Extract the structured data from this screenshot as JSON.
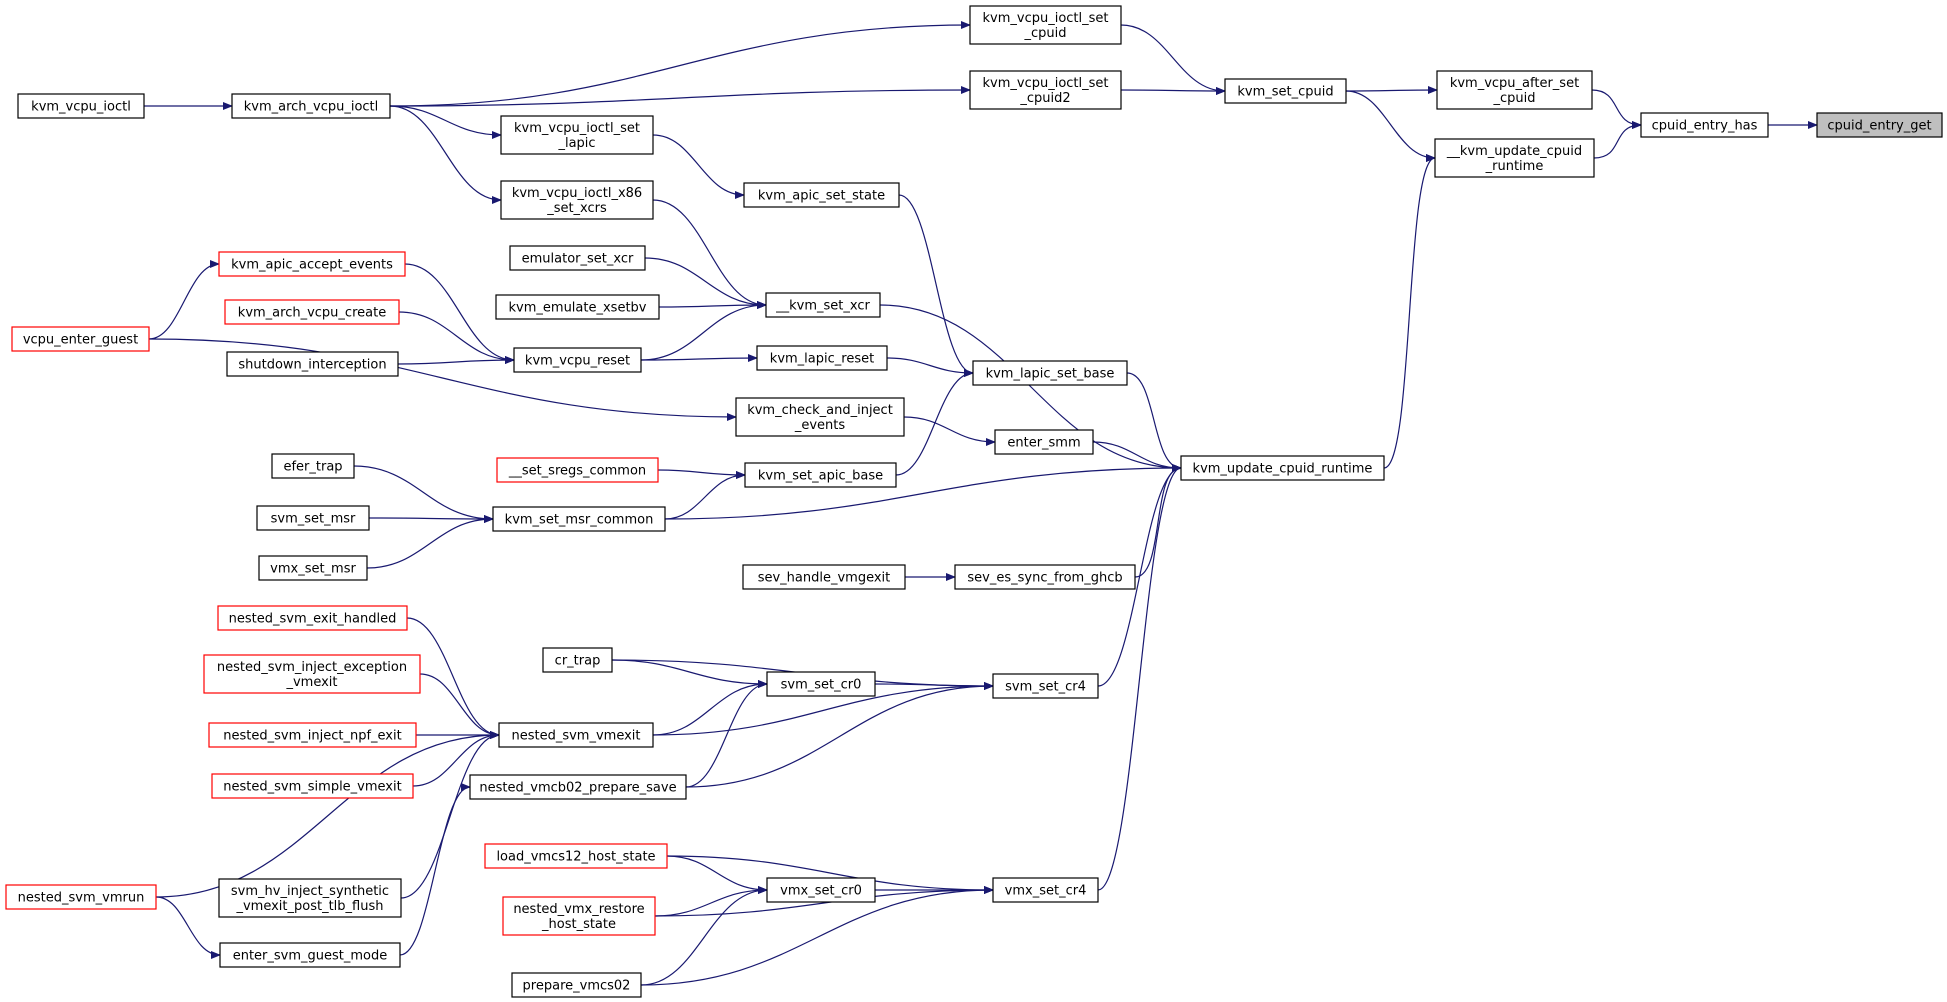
{
  "colors": {
    "edge": "#191970",
    "truncated_border": "#ff0000",
    "focus_fill": "#bfbfbf",
    "node_border": "#000000"
  },
  "nodes": [
    {
      "id": "cpuid_entry_get",
      "lines": [
        "cpuid_entry_get"
      ],
      "style": "focus"
    },
    {
      "id": "cpuid_entry_has",
      "lines": [
        "cpuid_entry_has"
      ],
      "style": "normal"
    },
    {
      "id": "kvm_vcpu_after_set_cpuid",
      "lines": [
        "kvm_vcpu_after_set",
        "_cpuid"
      ],
      "style": "normal"
    },
    {
      "id": "__kvm_update_cpuid_runtime",
      "lines": [
        "__kvm_update_cpuid",
        "_runtime"
      ],
      "style": "normal"
    },
    {
      "id": "kvm_set_cpuid",
      "lines": [
        "kvm_set_cpuid"
      ],
      "style": "normal"
    },
    {
      "id": "kvm_vcpu_ioctl_set_cpuid",
      "lines": [
        "kvm_vcpu_ioctl_set",
        "_cpuid"
      ],
      "style": "normal"
    },
    {
      "id": "kvm_vcpu_ioctl_set_cpuid2",
      "lines": [
        "kvm_vcpu_ioctl_set",
        "_cpuid2"
      ],
      "style": "normal"
    },
    {
      "id": "kvm_arch_vcpu_ioctl",
      "lines": [
        "kvm_arch_vcpu_ioctl"
      ],
      "style": "normal"
    },
    {
      "id": "kvm_vcpu_ioctl",
      "lines": [
        "kvm_vcpu_ioctl"
      ],
      "style": "normal"
    },
    {
      "id": "kvm_vcpu_ioctl_set_lapic",
      "lines": [
        "kvm_vcpu_ioctl_set",
        "_lapic"
      ],
      "style": "normal"
    },
    {
      "id": "kvm_vcpu_ioctl_x86_set_xcrs",
      "lines": [
        "kvm_vcpu_ioctl_x86",
        "_set_xcrs"
      ],
      "style": "normal"
    },
    {
      "id": "kvm_apic_set_state",
      "lines": [
        "kvm_apic_set_state"
      ],
      "style": "normal"
    },
    {
      "id": "kvm_apic_accept_events",
      "lines": [
        "kvm_apic_accept_events"
      ],
      "style": "truncated"
    },
    {
      "id": "emulator_set_xcr",
      "lines": [
        "emulator_set_xcr"
      ],
      "style": "normal"
    },
    {
      "id": "__kvm_set_xcr",
      "lines": [
        "__kvm_set_xcr"
      ],
      "style": "normal"
    },
    {
      "id": "kvm_arch_vcpu_create",
      "lines": [
        "kvm_arch_vcpu_create"
      ],
      "style": "truncated"
    },
    {
      "id": "kvm_emulate_xsetbv",
      "lines": [
        "kvm_emulate_xsetbv"
      ],
      "style": "normal"
    },
    {
      "id": "vcpu_enter_guest",
      "lines": [
        "vcpu_enter_guest"
      ],
      "style": "truncated"
    },
    {
      "id": "shutdown_interception",
      "lines": [
        "shutdown_interception"
      ],
      "style": "normal"
    },
    {
      "id": "kvm_vcpu_reset",
      "lines": [
        "kvm_vcpu_reset"
      ],
      "style": "normal"
    },
    {
      "id": "kvm_lapic_reset",
      "lines": [
        "kvm_lapic_reset"
      ],
      "style": "normal"
    },
    {
      "id": "kvm_lapic_set_base",
      "lines": [
        "kvm_lapic_set_base"
      ],
      "style": "normal"
    },
    {
      "id": "kvm_check_and_inject_events",
      "lines": [
        "kvm_check_and_inject",
        "_events"
      ],
      "style": "normal"
    },
    {
      "id": "enter_smm",
      "lines": [
        "enter_smm"
      ],
      "style": "normal"
    },
    {
      "id": "kvm_update_cpuid_runtime",
      "lines": [
        "kvm_update_cpuid_runtime"
      ],
      "style": "normal"
    },
    {
      "id": "efer_trap",
      "lines": [
        "efer_trap"
      ],
      "style": "normal"
    },
    {
      "id": "__set_sregs_common",
      "lines": [
        "__set_sregs_common"
      ],
      "style": "truncated"
    },
    {
      "id": "kvm_set_apic_base",
      "lines": [
        "kvm_set_apic_base"
      ],
      "style": "normal"
    },
    {
      "id": "svm_set_msr",
      "lines": [
        "svm_set_msr"
      ],
      "style": "normal"
    },
    {
      "id": "kvm_set_msr_common",
      "lines": [
        "kvm_set_msr_common"
      ],
      "style": "normal"
    },
    {
      "id": "vmx_set_msr",
      "lines": [
        "vmx_set_msr"
      ],
      "style": "normal"
    },
    {
      "id": "sev_handle_vmgexit",
      "lines": [
        "sev_handle_vmgexit"
      ],
      "style": "normal"
    },
    {
      "id": "sev_es_sync_from_ghcb",
      "lines": [
        "sev_es_sync_from_ghcb"
      ],
      "style": "normal"
    },
    {
      "id": "nested_svm_exit_handled",
      "lines": [
        "nested_svm_exit_handled"
      ],
      "style": "truncated"
    },
    {
      "id": "cr_trap",
      "lines": [
        "cr_trap"
      ],
      "style": "normal"
    },
    {
      "id": "nested_svm_inject_exception_vmexit",
      "lines": [
        "nested_svm_inject_exception",
        "_vmexit"
      ],
      "style": "truncated"
    },
    {
      "id": "svm_set_cr0",
      "lines": [
        "svm_set_cr0"
      ],
      "style": "normal"
    },
    {
      "id": "svm_set_cr4",
      "lines": [
        "svm_set_cr4"
      ],
      "style": "normal"
    },
    {
      "id": "nested_svm_inject_npf_exit",
      "lines": [
        "nested_svm_inject_npf_exit"
      ],
      "style": "truncated"
    },
    {
      "id": "nested_svm_vmexit",
      "lines": [
        "nested_svm_vmexit"
      ],
      "style": "normal"
    },
    {
      "id": "nested_svm_simple_vmexit",
      "lines": [
        "nested_svm_simple_vmexit"
      ],
      "style": "truncated"
    },
    {
      "id": "nested_vmcb02_prepare_save",
      "lines": [
        "nested_vmcb02_prepare_save"
      ],
      "style": "normal"
    },
    {
      "id": "load_vmcs12_host_state",
      "lines": [
        "load_vmcs12_host_state"
      ],
      "style": "truncated"
    },
    {
      "id": "nested_svm_vmrun",
      "lines": [
        "nested_svm_vmrun"
      ],
      "style": "truncated"
    },
    {
      "id": "svm_hv_inject_synthetic_vmexit_post_tlb_flush",
      "lines": [
        "svm_hv_inject_synthetic",
        "_vmexit_post_tlb_flush"
      ],
      "style": "normal"
    },
    {
      "id": "vmx_set_cr0",
      "lines": [
        "vmx_set_cr0"
      ],
      "style": "normal"
    },
    {
      "id": "vmx_set_cr4",
      "lines": [
        "vmx_set_cr4"
      ],
      "style": "normal"
    },
    {
      "id": "nested_vmx_restore_host_state",
      "lines": [
        "nested_vmx_restore",
        "_host_state"
      ],
      "style": "truncated"
    },
    {
      "id": "enter_svm_guest_mode",
      "lines": [
        "enter_svm_guest_mode"
      ],
      "style": "normal"
    },
    {
      "id": "prepare_vmcs02",
      "lines": [
        "prepare_vmcs02"
      ],
      "style": "normal"
    }
  ],
  "edges": [
    {
      "from": "cpuid_entry_has",
      "to": "cpuid_entry_get"
    },
    {
      "from": "kvm_vcpu_after_set_cpuid",
      "to": "cpuid_entry_has"
    },
    {
      "from": "__kvm_update_cpuid_runtime",
      "to": "cpuid_entry_has"
    },
    {
      "from": "kvm_set_cpuid",
      "to": "kvm_vcpu_after_set_cpuid"
    },
    {
      "from": "kvm_set_cpuid",
      "to": "__kvm_update_cpuid_runtime"
    },
    {
      "from": "kvm_update_cpuid_runtime",
      "to": "__kvm_update_cpuid_runtime"
    },
    {
      "from": "kvm_vcpu_ioctl_set_cpuid",
      "to": "kvm_set_cpuid"
    },
    {
      "from": "kvm_vcpu_ioctl_set_cpuid2",
      "to": "kvm_set_cpuid"
    },
    {
      "from": "kvm_arch_vcpu_ioctl",
      "to": "kvm_vcpu_ioctl_set_cpuid"
    },
    {
      "from": "kvm_arch_vcpu_ioctl",
      "to": "kvm_vcpu_ioctl_set_cpuid2"
    },
    {
      "from": "kvm_arch_vcpu_ioctl",
      "to": "kvm_vcpu_ioctl_set_lapic"
    },
    {
      "from": "kvm_arch_vcpu_ioctl",
      "to": "kvm_vcpu_ioctl_x86_set_xcrs"
    },
    {
      "from": "kvm_vcpu_ioctl",
      "to": "kvm_arch_vcpu_ioctl"
    },
    {
      "from": "kvm_vcpu_ioctl_set_lapic",
      "to": "kvm_apic_set_state"
    },
    {
      "from": "kvm_vcpu_ioctl_x86_set_xcrs",
      "to": "__kvm_set_xcr"
    },
    {
      "from": "emulator_set_xcr",
      "to": "__kvm_set_xcr"
    },
    {
      "from": "kvm_emulate_xsetbv",
      "to": "__kvm_set_xcr"
    },
    {
      "from": "kvm_vcpu_reset",
      "to": "__kvm_set_xcr"
    },
    {
      "from": "__kvm_set_xcr",
      "to": "kvm_update_cpuid_runtime"
    },
    {
      "from": "kvm_apic_set_state",
      "to": "kvm_lapic_set_base"
    },
    {
      "from": "kvm_apic_accept_events",
      "to": "kvm_vcpu_reset"
    },
    {
      "from": "kvm_arch_vcpu_create",
      "to": "kvm_vcpu_reset"
    },
    {
      "from": "shutdown_interception",
      "to": "kvm_vcpu_reset"
    },
    {
      "from": "vcpu_enter_guest",
      "to": "kvm_apic_accept_events"
    },
    {
      "from": "vcpu_enter_guest",
      "to": "kvm_check_and_inject_events"
    },
    {
      "from": "kvm_vcpu_reset",
      "to": "kvm_lapic_reset"
    },
    {
      "from": "kvm_lapic_reset",
      "to": "kvm_lapic_set_base"
    },
    {
      "from": "kvm_set_apic_base",
      "to": "kvm_lapic_set_base"
    },
    {
      "from": "kvm_lapic_set_base",
      "to": "kvm_update_cpuid_runtime"
    },
    {
      "from": "kvm_check_and_inject_events",
      "to": "enter_smm"
    },
    {
      "from": "enter_smm",
      "to": "kvm_update_cpuid_runtime"
    },
    {
      "from": "__set_sregs_common",
      "to": "kvm_set_apic_base"
    },
    {
      "from": "kvm_set_msr_common",
      "to": "kvm_set_apic_base"
    },
    {
      "from": "kvm_set_msr_common",
      "to": "kvm_update_cpuid_runtime"
    },
    {
      "from": "efer_trap",
      "to": "kvm_set_msr_common"
    },
    {
      "from": "svm_set_msr",
      "to": "kvm_set_msr_common"
    },
    {
      "from": "vmx_set_msr",
      "to": "kvm_set_msr_common"
    },
    {
      "from": "sev_handle_vmgexit",
      "to": "sev_es_sync_from_ghcb"
    },
    {
      "from": "sev_es_sync_from_ghcb",
      "to": "kvm_update_cpuid_runtime"
    },
    {
      "from": "svm_set_cr4",
      "to": "kvm_update_cpuid_runtime"
    },
    {
      "from": "vmx_set_cr4",
      "to": "kvm_update_cpuid_runtime"
    },
    {
      "from": "cr_trap",
      "to": "svm_set_cr0"
    },
    {
      "from": "cr_trap",
      "to": "svm_set_cr4"
    },
    {
      "from": "svm_set_cr0",
      "to": "svm_set_cr4"
    },
    {
      "from": "nested_svm_vmexit",
      "to": "svm_set_cr0"
    },
    {
      "from": "nested_svm_vmexit",
      "to": "svm_set_cr4"
    },
    {
      "from": "nested_vmcb02_prepare_save",
      "to": "svm_set_cr0"
    },
    {
      "from": "nested_vmcb02_prepare_save",
      "to": "svm_set_cr4"
    },
    {
      "from": "nested_svm_exit_handled",
      "to": "nested_svm_vmexit"
    },
    {
      "from": "nested_svm_inject_exception_vmexit",
      "to": "nested_svm_vmexit"
    },
    {
      "from": "nested_svm_inject_npf_exit",
      "to": "nested_svm_vmexit"
    },
    {
      "from": "nested_svm_simple_vmexit",
      "to": "nested_svm_vmexit"
    },
    {
      "from": "nested_svm_vmrun",
      "to": "nested_svm_vmexit"
    },
    {
      "from": "svm_hv_inject_synthetic_vmexit_post_tlb_flush",
      "to": "nested_svm_vmexit"
    },
    {
      "from": "nested_svm_vmrun",
      "to": "enter_svm_guest_mode"
    },
    {
      "from": "enter_svm_guest_mode",
      "to": "nested_vmcb02_prepare_save"
    },
    {
      "from": "load_vmcs12_host_state",
      "to": "vmx_set_cr0"
    },
    {
      "from": "load_vmcs12_host_state",
      "to": "vmx_set_cr4"
    },
    {
      "from": "nested_vmx_restore_host_state",
      "to": "vmx_set_cr0"
    },
    {
      "from": "nested_vmx_restore_host_state",
      "to": "vmx_set_cr4"
    },
    {
      "from": "prepare_vmcs02",
      "to": "vmx_set_cr0"
    },
    {
      "from": "prepare_vmcs02",
      "to": "vmx_set_cr4"
    },
    {
      "from": "vmx_set_cr0",
      "to": "vmx_set_cr4"
    }
  ]
}
